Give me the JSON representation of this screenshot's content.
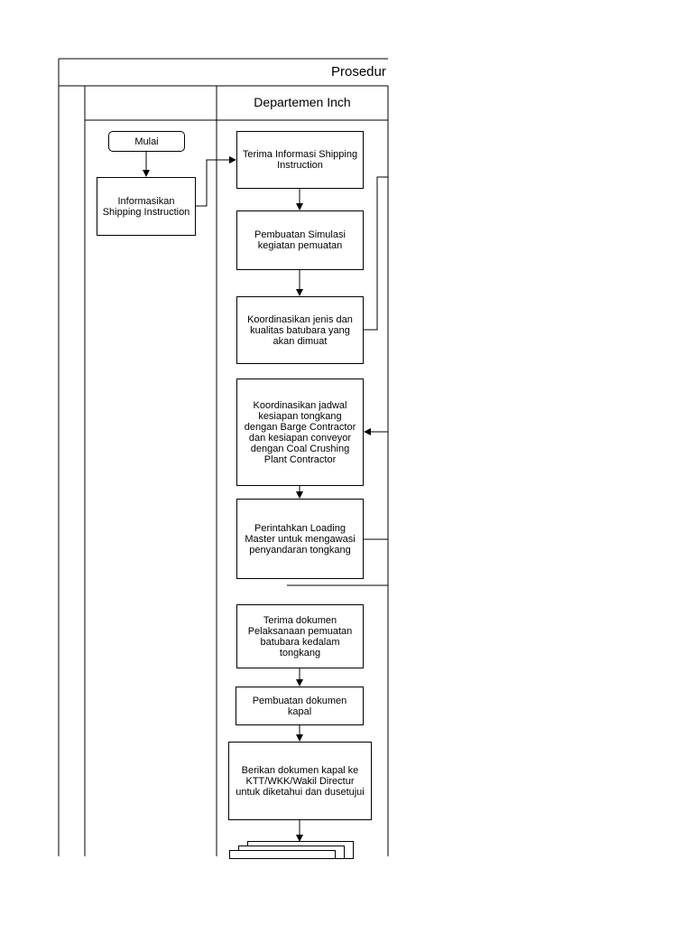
{
  "header": {
    "title": "Prosedur",
    "lane_department": "Departemen Inch"
  },
  "nodes": {
    "start": "Mulai",
    "inform": "Informasikan Shipping Instruction",
    "receive_info": "Terima Informasi Shipping Instruction",
    "simulation": "Pembuatan Simulasi kegiatan pemuatan",
    "coordinate_type": "Koordinasikan jenis dan kualitas batubara yang akan dimuat",
    "coordinate_schedule": "Koordinasikan jadwal kesiapan tongkang dengan Barge Contractor dan kesiapan conveyor dengan Coal Crushing Plant Contractor",
    "order_loading": "Perintahkan Loading Master untuk mengawasi penyandaran tongkang",
    "receive_doc": "Terima dokumen Pelaksanaan pemuatan batubara kedalam tongkang",
    "make_doc": "Pembuatan dokumen kapal",
    "give_doc": "Berikan dokumen kapal ke KTT/WKK/Wakil Directur untuk diketahui dan dusetujui"
  }
}
